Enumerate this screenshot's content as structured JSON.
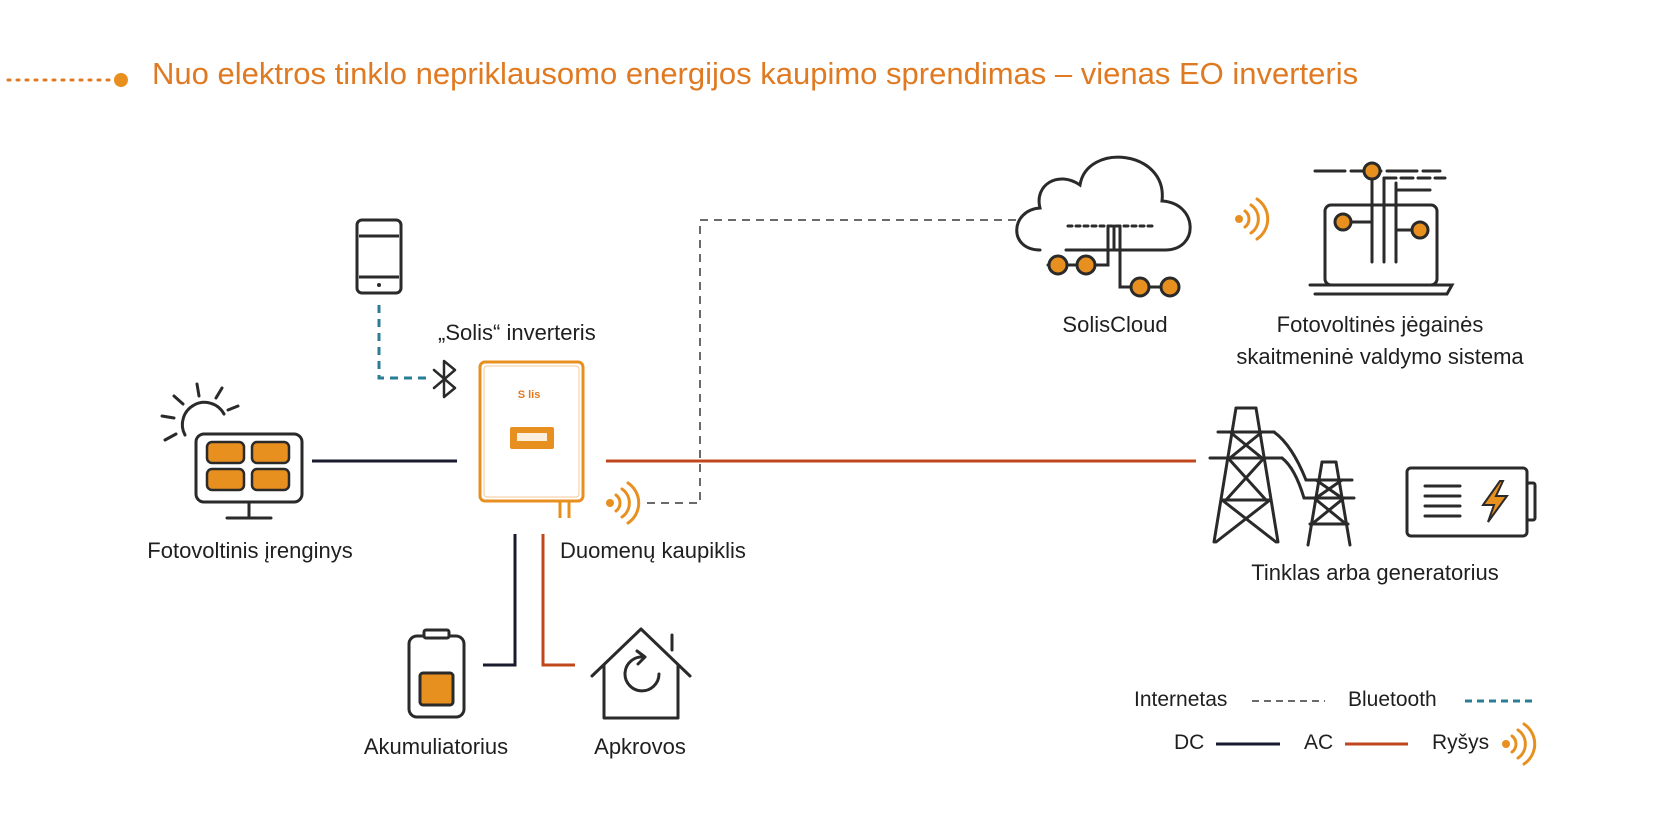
{
  "title": "Nuo elektros tinklo nepriklausomo energijos kaupimo sprendimas – vienas EO inverteris",
  "nodes": {
    "pv": {
      "label": "Fotovoltinis įrenginys"
    },
    "inverter": {
      "label": "„Solis“ inverteris"
    },
    "datalogger": {
      "label": "Duomenų kaupiklis"
    },
    "battery": {
      "label": "Akumuliatorius"
    },
    "loads": {
      "label": "Apkrovos"
    },
    "cloud": {
      "label": "SolisCloud"
    },
    "monitoring": {
      "label_line1": "Fotovoltinės jėgainės",
      "label_line2": "skaitmeninė valdymo sistema"
    },
    "grid": {
      "label": "Tinklas arba generatorius"
    }
  },
  "legend": {
    "internet": "Internetas",
    "bluetooth": "Bluetooth",
    "dc": "DC",
    "ac": "AC",
    "comm": "Ryšys"
  },
  "colors": {
    "accent": "#e07a22",
    "icon_fill": "#e8901f",
    "ac_line": "#c0471b",
    "dc_line": "#1a1a2e",
    "bluetooth_line": "#2a7d95",
    "internet_line": "#6a6a6a",
    "icon_stroke": "#2a2a2a"
  },
  "icons": {
    "pv": "solar-panel-icon",
    "inverter": "inverter-icon",
    "phone": "smartphone-icon",
    "bluetooth": "bluetooth-icon",
    "wifi": "signal-waves-icon",
    "battery": "battery-icon",
    "home": "house-icon",
    "cloud": "cloud-icon",
    "laptop": "laptop-icon",
    "pylon": "power-pylon-icon",
    "generator": "generator-icon"
  }
}
